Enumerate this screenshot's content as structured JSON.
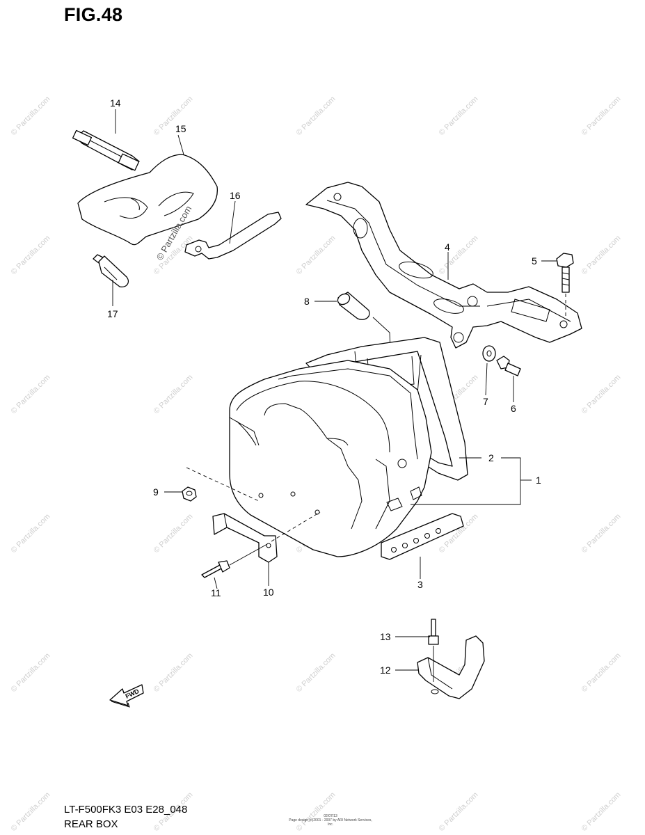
{
  "figure": {
    "title": "FIG.48",
    "model_code": "LT-F500FK3 E03 E28_048",
    "section_name": "REAR BOX",
    "footer_small_1": "02/07/13",
    "footer_small_2": "Page design (c)2001 - 2007 by ARI Network Services, Inc."
  },
  "watermark": {
    "text": "© Partzilla.com",
    "color": "#cfcfcf"
  },
  "callouts": [
    "1",
    "2",
    "3",
    "4",
    "5",
    "6",
    "7",
    "8",
    "9",
    "10",
    "11",
    "12",
    "13",
    "14",
    "15",
    "16",
    "17"
  ],
  "fwd_label": "FWD"
}
